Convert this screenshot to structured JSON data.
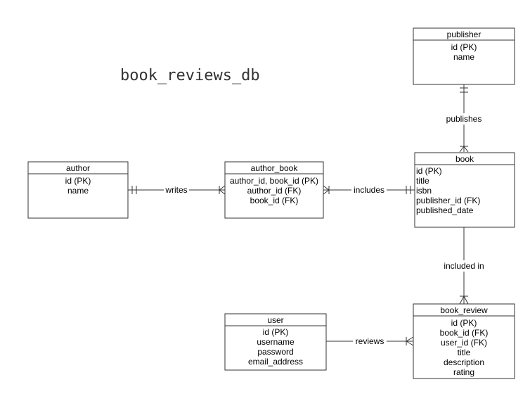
{
  "diagram": {
    "title": "book_reviews_db"
  },
  "entities": {
    "publisher": {
      "name": "publisher",
      "attrs": [
        "id (PK)",
        "name"
      ]
    },
    "author": {
      "name": "author",
      "attrs": [
        "id (PK)",
        "name"
      ]
    },
    "author_book": {
      "name": "author_book",
      "attrs": [
        "author_id, book_id (PK)",
        "author_id (FK)",
        "book_id (FK)"
      ]
    },
    "book": {
      "name": "book",
      "attrs": [
        "id (PK)",
        "title",
        "isbn",
        "publisher_id (FK)",
        "published_date"
      ]
    },
    "user": {
      "name": "user",
      "attrs": [
        "id (PK)",
        "username",
        "password",
        "email_address"
      ]
    },
    "book_review": {
      "name": "book_review",
      "attrs": [
        "id (PK)",
        "book_id (FK)",
        "user_id (FK)",
        "title",
        "description",
        "rating"
      ]
    }
  },
  "relationships": {
    "publishes": {
      "label": "publishes",
      "from": "publisher",
      "to": "book",
      "from_card": "one",
      "to_card": "many"
    },
    "writes": {
      "label": "writes",
      "from": "author",
      "to": "author_book",
      "from_card": "one",
      "to_card": "many"
    },
    "includes": {
      "label": "includes",
      "from": "author_book",
      "to": "book",
      "from_card": "many",
      "to_card": "one"
    },
    "included_in": {
      "label": "included in",
      "from": "book",
      "to": "book_review",
      "from_card": "none",
      "to_card": "many"
    },
    "reviews": {
      "label": "reviews",
      "from": "user",
      "to": "book_review",
      "from_card": "none",
      "to_card": "many"
    }
  }
}
